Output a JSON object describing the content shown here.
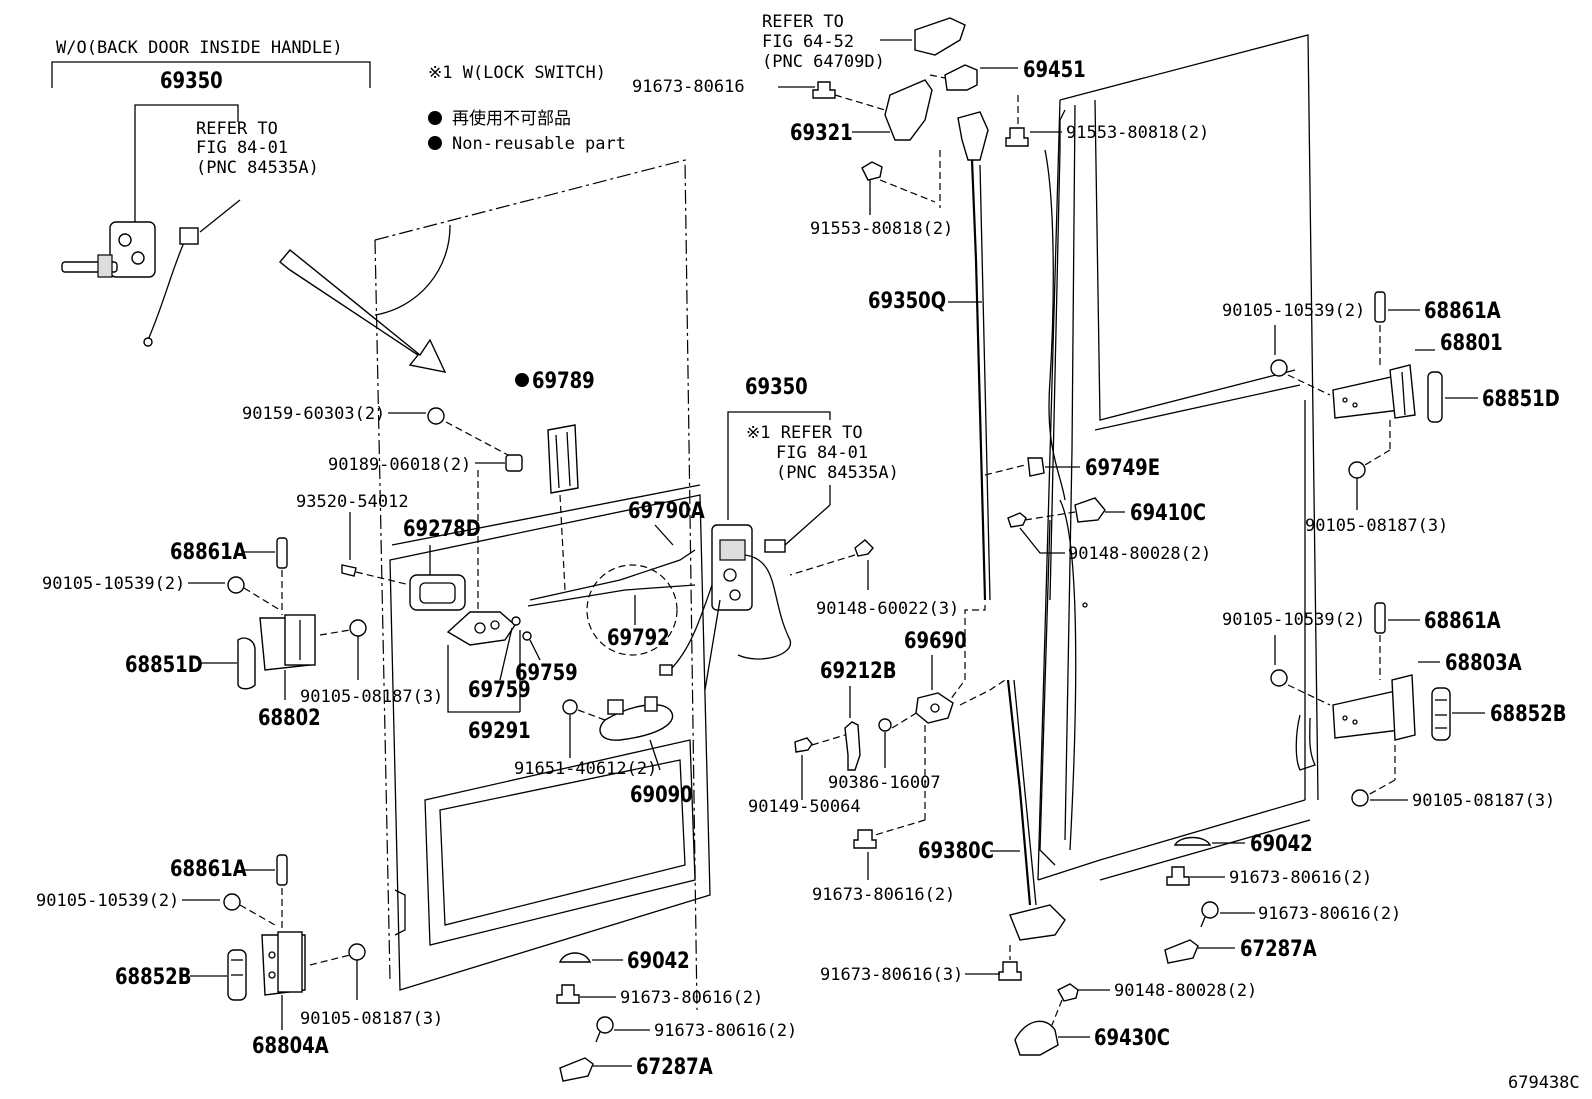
{
  "header": {
    "variant_note": "W/O(BACK DOOR INSIDE HANDLE)",
    "lock_switch_note": "※1 W(LOCK SWITCH)",
    "legend_jp": "再使用不可部品",
    "legend_en": "Non-reusable part"
  },
  "refs": {
    "ref1": [
      "REFER TO",
      "FIG 84-01",
      "(PNC 84535A)"
    ],
    "ref2": [
      "REFER TO",
      "FIG 64-52",
      "(PNC 64709D)"
    ],
    "ref3": [
      "※1 REFER TO",
      "FIG 84-01",
      "(PNC 84535A)"
    ]
  },
  "labels": {
    "p69350_top": "69350",
    "p69789": "69789",
    "p90159": "90159-60303(2)",
    "p90189": "90189-06018(2)",
    "p93520": "93520-54012",
    "p69278D": "69278D",
    "p69790A": "69790A",
    "p69350_mid": "69350",
    "p68861A_l1": "68861A",
    "p90105_10539_l1": "90105-10539(2)",
    "p68851D_l": "68851D",
    "p68802": "68802",
    "p90105_08187_l1": "90105-08187(3)",
    "p69792": "69792",
    "p69759_a": "69759",
    "p69759_b": "69759",
    "p69291": "69291",
    "p91651": "91651-40612(2)",
    "p69090": "69090",
    "p90148_60022": "90148-60022(3)",
    "p68861A_l2": "68861A",
    "p90105_10539_l2": "90105-10539(2)",
    "p68852B_l": "68852B",
    "p68804A": "68804A",
    "p90105_08187_l2": "90105-08187(3)",
    "p69042_l": "69042",
    "p91673_l1": "91673-80616(2)",
    "p91673_l2": "91673-80616(2)",
    "p67287A_l": "67287A",
    "p91673_80616_top": "91673-80616",
    "p69451": "69451",
    "p69321": "69321",
    "p91553_a": "91553-80818(2)",
    "p91553_b": "91553-80818(2)",
    "p69350Q": "69350Q",
    "p69749E": "69749E",
    "p69410C": "69410C",
    "p90148_80028_a": "90148-80028(2)",
    "p69690": "69690",
    "p69212B": "69212B",
    "p90386": "90386-16007",
    "p90149": "90149-50064",
    "p91673_m1": "91673-80616(2)",
    "p69380C": "69380C",
    "p91673_m2": "91673-80616(3)",
    "p90148_80028_b": "90148-80028(2)",
    "p69430C": "69430C",
    "p90105_10539_r1": "90105-10539(2)",
    "p68861A_r1": "68861A",
    "p68801": "68801",
    "p68851D_r": "68851D",
    "p90105_08187_r1": "90105-08187(3)",
    "p90105_10539_r2": "90105-10539(2)",
    "p68861A_r2": "68861A",
    "p68803A": "68803A",
    "p68852B_r": "68852B",
    "p90105_08187_r2": "90105-08187(3)",
    "p69042_r": "69042",
    "p91673_r1": "91673-80616(2)",
    "p91673_r2": "91673-80616(2)",
    "p67287A_r": "67287A"
  },
  "figure_id": "679438C"
}
